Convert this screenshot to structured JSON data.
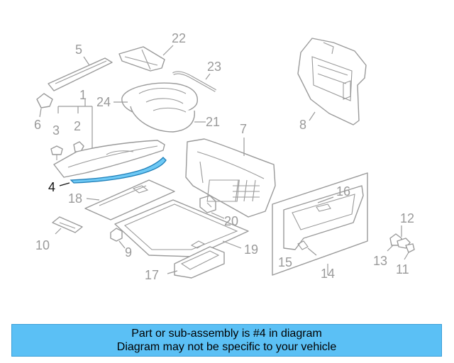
{
  "colors": {
    "banner_bg": "#5bc0f5",
    "highlight_part": "#6ec9f5",
    "line_gray": "#9a9a9a"
  },
  "callouts": {
    "c1": "1",
    "c2": "2",
    "c3": "3",
    "c4": "4",
    "c5": "5",
    "c6": "6",
    "c7": "7",
    "c8": "8",
    "c9": "9",
    "c10": "10",
    "c11": "11",
    "c12": "12",
    "c13": "13",
    "c14": "14",
    "c15": "15",
    "c16": "16",
    "c17": "17",
    "c18": "18",
    "c19": "19",
    "c20": "20",
    "c21": "21",
    "c22": "22",
    "c23": "23",
    "c24": "24"
  },
  "banner": {
    "line1": "Part or sub-assembly is #4 in diagram",
    "line2": "Diagram may not be specific to your vehicle"
  }
}
